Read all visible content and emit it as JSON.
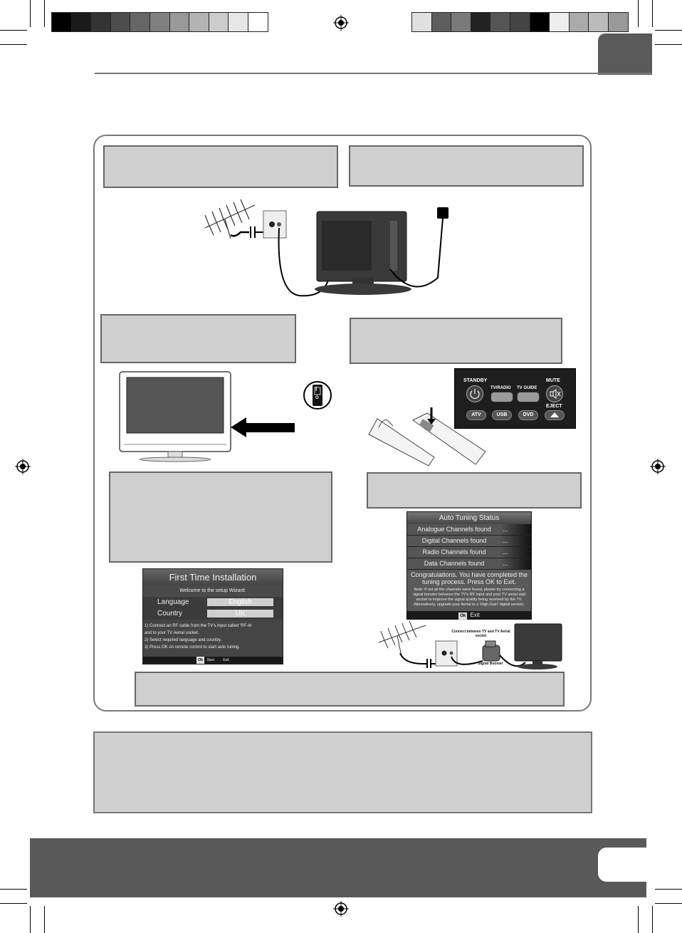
{
  "colors": {
    "box_fill": "#cfcfcf",
    "box_border": "#666666",
    "footer": "#595959",
    "tab": "#5a5a5a"
  },
  "color_bar_left": [
    "#000000",
    "#1a1a1a",
    "#333333",
    "#4d4d4d",
    "#666666",
    "#808080",
    "#999999",
    "#b3b3b3",
    "#cccccc",
    "#e6e6e6",
    "#ffffff"
  ],
  "color_bar_right": [
    "#e0e0e0",
    "#5e5e5e",
    "#7a7a7a",
    "#222222",
    "#555555",
    "#444444",
    "#000000",
    "#eeeeee",
    "#aaaaaa",
    "#bbbbbb",
    "#999999"
  ],
  "first_time_installation": {
    "title": "First Time Installation",
    "welcome": "Welcome to the setup Wizard.",
    "language_label": "Language",
    "language_value": "English",
    "country_label": "Country",
    "country_value": "UK",
    "instructions": [
      "1) Connect an RF cable from the TV's input called 'RF-In'",
      "and to your TV Aerial socket.",
      "2) Select required language and country.",
      "3) Press OK on remote control to start auto tuning."
    ],
    "footer_ok": "Ok",
    "footer_start": "Start",
    "footer_exit": "Exit"
  },
  "auto_tuning": {
    "title": "Auto Tuning Status",
    "rows": [
      {
        "label": "Analogue  Channels found",
        "value": "..."
      },
      {
        "label": "Digital Channels found",
        "value": "..."
      },
      {
        "label": "Radio Channels found",
        "value": "..."
      },
      {
        "label": "Data Channels found",
        "value": "..."
      }
    ],
    "congrats": "Congratulations. You have completed the tuning process. Press OK to Exit.",
    "note": "Note: If not all the channels were found, please try connecting a signal booster between the TV's RF input and your TV aerial wall socket to improve the signal quality being received by the TV. Alternatively, upgrade your Aerial to a 'High Gain' digital version.",
    "footer_ok": "Ok",
    "footer_exit": "Exit"
  },
  "remote": {
    "standby": "STANDBY",
    "tv_radio": "TV/RADIO",
    "tv_guide": "TV GUIDE",
    "mute": "MUTE",
    "eject": "EJECT",
    "atv": "ATV",
    "usb": "USB",
    "dvd": "DVD"
  },
  "booster_diagram": {
    "connect_label": "Connect between TV and TV Aerial socket",
    "booster_label": "Signal Booster"
  },
  "power_switch": {
    "on": "I",
    "off": "O"
  }
}
